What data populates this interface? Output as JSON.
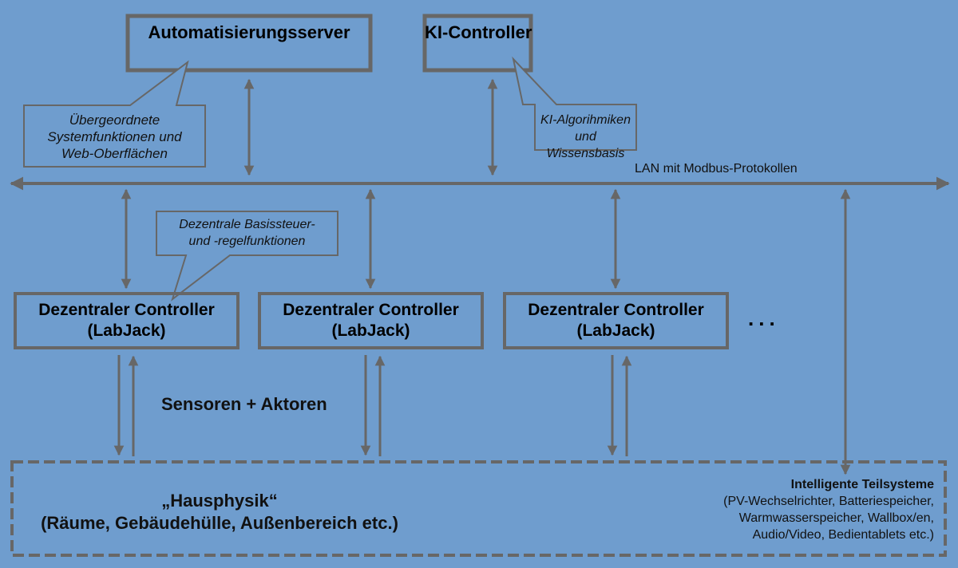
{
  "colors": {
    "background": "#6f9dce",
    "stroke": "#676767",
    "text": "#000000"
  },
  "top": {
    "automation_server": "Automatisierungsserver",
    "ai_controller": "KI-Controller"
  },
  "callouts": {
    "server_note": [
      "Übergeordnete",
      "Systemfunktionen und",
      "Web-Oberflächen"
    ],
    "ai_note": [
      "KI-Algorihmiken und",
      "Wissensbasis"
    ],
    "controller_note": [
      "Dezentrale Basissteuer-",
      "und -regelfunktionen"
    ]
  },
  "bus": {
    "label": "LAN mit Modbus-Protokollen"
  },
  "controllers": [
    {
      "line1": "Dezentraler Controller",
      "line2": "(LabJack)"
    },
    {
      "line1": "Dezentraler Controller",
      "line2": "(LabJack)"
    },
    {
      "line1": "Dezentraler Controller",
      "line2": "(LabJack)"
    }
  ],
  "more_indicator": "...",
  "sensors_label": "Sensoren + Aktoren",
  "house_physics": {
    "title": "„Hausphysik“",
    "subtitle": "(Räume, Gebäudehülle, Außenbereich etc.)"
  },
  "intelligent_subsystems": {
    "title": "Intelligente Teilsysteme",
    "lines": [
      "(PV-Wechselrichter, Batteriespeicher,",
      "Warmwasserspeicher, Wallbox/en,",
      "Audio/Video, Bedientablets etc.)"
    ]
  }
}
